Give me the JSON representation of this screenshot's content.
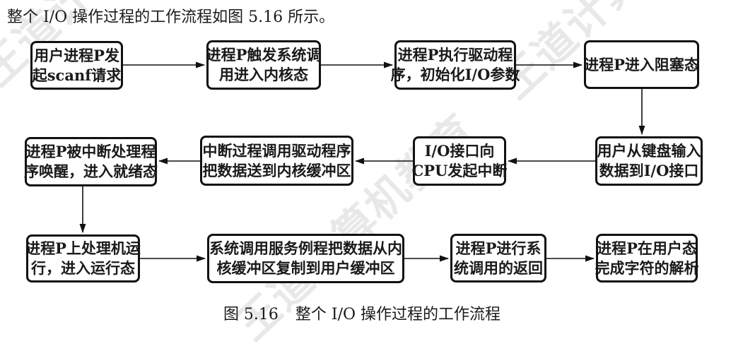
{
  "intro": {
    "text": "整个 I/O 操作过程的工作流程如图 5.16 所示。"
  },
  "figure_caption": {
    "label": "图 5.16",
    "title": "整个 I/O 操作过程的工作流程"
  },
  "watermark": {
    "text": "王道计算机教育",
    "color": "#e8e8e8"
  },
  "chart_data": {
    "type": "flowchart",
    "title": "整个 I/O 操作过程的工作流程",
    "figure_number": "5.16",
    "nodes": [
      {
        "id": 0,
        "text": "用户进程P发起scanf请求",
        "lines": [
          "用户进程P发",
          "起scanf请求"
        ]
      },
      {
        "id": 1,
        "text": "进程P触发系统调用进入内核态",
        "lines": [
          "进程P触发系统调",
          "用进入内核态"
        ]
      },
      {
        "id": 2,
        "text": "进程P执行驱动程序，初始化I/O参数",
        "lines": [
          "进程P执行驱动程",
          "序，初始化I/O参数"
        ]
      },
      {
        "id": 3,
        "text": "进程P进入阻塞态",
        "lines": [
          "进程P进入阻塞态"
        ]
      },
      {
        "id": 4,
        "text": "用户从键盘输入数据到I/O接口",
        "lines": [
          "用户从键盘输入",
          "数据到I/O接口"
        ]
      },
      {
        "id": 5,
        "text": "I/O接口向CPU发起中断",
        "lines": [
          "I/O接口向",
          "CPU发起中断"
        ]
      },
      {
        "id": 6,
        "text": "中断过程调用驱动程序把数据送到内核缓冲区",
        "lines": [
          "中断过程调用驱动程序",
          "把数据送到内核缓冲区"
        ]
      },
      {
        "id": 7,
        "text": "进程P被中断处理程序唤醒，进入就绪态",
        "lines": [
          "进程P被中断处理程",
          "序唤醒，进入就绪态"
        ]
      },
      {
        "id": 8,
        "text": "进程P上处理机运行，进入运行态",
        "lines": [
          "进程P上处理机运",
          "行，进入运行态"
        ]
      },
      {
        "id": 9,
        "text": "系统调用服务例程把数据从内核缓冲区复制到用户缓冲区",
        "lines": [
          "系统调用服务例程把数据从内",
          "核缓冲区复制到用户缓冲区"
        ]
      },
      {
        "id": 10,
        "text": "进程P进行系统调用的返回",
        "lines": [
          "进程P进行系",
          "统调用的返回"
        ]
      },
      {
        "id": 11,
        "text": "进程P在用户态完成字符的解析",
        "lines": [
          "进程P在用户态",
          "完成字符的解析"
        ]
      }
    ],
    "edges": [
      {
        "from": 0,
        "to": 1,
        "direction": "right"
      },
      {
        "from": 1,
        "to": 2,
        "direction": "right"
      },
      {
        "from": 2,
        "to": 3,
        "direction": "right"
      },
      {
        "from": 3,
        "to": 4,
        "direction": "down"
      },
      {
        "from": 4,
        "to": 5,
        "direction": "left"
      },
      {
        "from": 5,
        "to": 6,
        "direction": "left"
      },
      {
        "from": 6,
        "to": 7,
        "direction": "left"
      },
      {
        "from": 7,
        "to": 8,
        "direction": "down"
      },
      {
        "from": 8,
        "to": 9,
        "direction": "right"
      },
      {
        "from": 9,
        "to": 10,
        "direction": "right"
      },
      {
        "from": 10,
        "to": 11,
        "direction": "right"
      }
    ]
  }
}
